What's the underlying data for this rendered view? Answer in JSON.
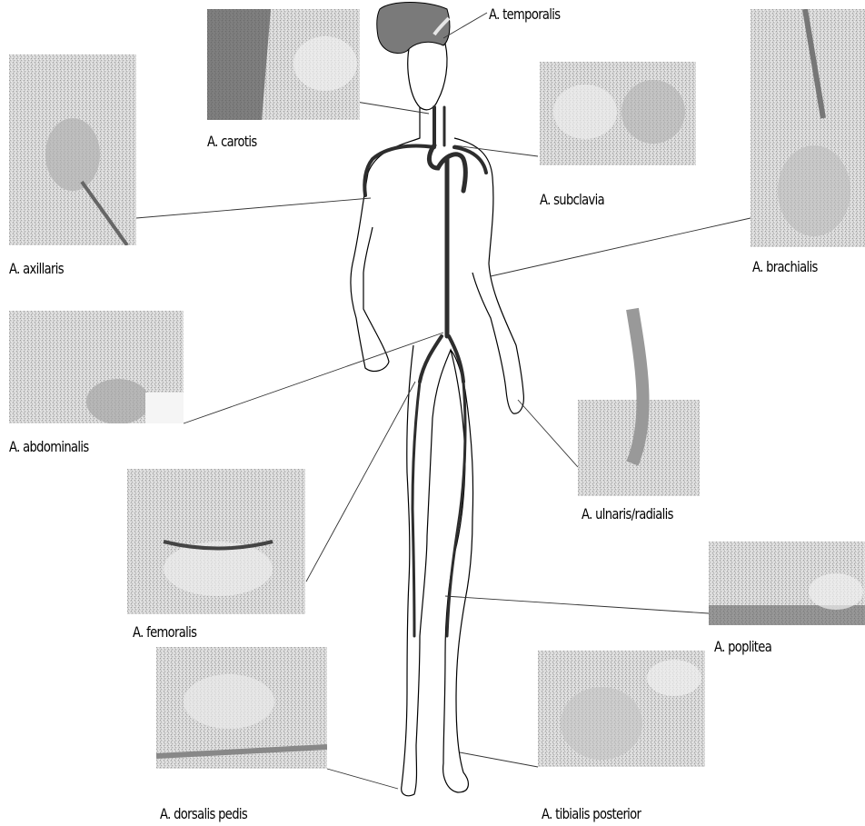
{
  "labels": {
    "temporalis": "A. temporalis",
    "carotis": "A. carotis",
    "subclavia": "A. subclavia",
    "axillaris": "A. axillaris",
    "brachialis": "A. brachialis",
    "abdominalis": "A. abdominalis",
    "ulnaris_radialis": "A. ulnaris/radialis",
    "femoralis": "A. femoralis",
    "poplitea": "A. poplitea",
    "dorsalis_pedis": "A. dorsalis pedis",
    "tibialis_posterior": "A. tibialis posterior"
  },
  "colors": {
    "artery": "#2d2d2d",
    "body_outline": "#000000",
    "leader_line": "#333333",
    "photo_base": "#d9d9d9",
    "photo_shade": "#b5b5b5",
    "label_text": "#000000"
  }
}
